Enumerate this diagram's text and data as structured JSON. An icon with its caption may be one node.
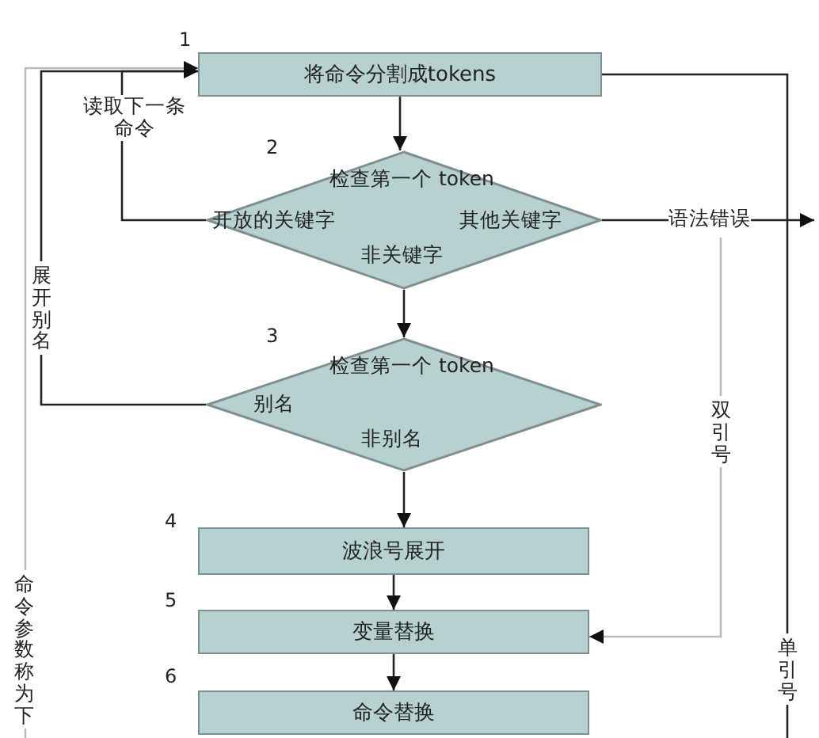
{
  "diagram": {
    "nodes": [
      {
        "text": [
          "将命令分割成tokens"
        ],
        "beside": [
          "1"
        ]
      },
      {
        "text": [
          "检查第一个 token",
          "开放的关键字",
          "其他关键字",
          "非关键字"
        ],
        "beside": [
          "2"
        ]
      },
      {
        "text": [
          "检查第一个 token",
          "别名",
          "非别名"
        ],
        "beside": [
          "3"
        ]
      },
      {
        "text": [
          "波浪号展开"
        ],
        "beside": [
          "4"
        ]
      },
      {
        "text": [
          "变量替换"
        ],
        "beside": [
          "5"
        ]
      },
      {
        "text": [
          "命令替换"
        ],
        "beside": [
          "6"
        ]
      }
    ],
    "edges": [
      {
        "from": 0,
        "to": 1,
        "arrow": "to"
      },
      {
        "from": 1,
        "to": 2,
        "arrow": "to"
      },
      {
        "from": 2,
        "to": 3,
        "arrow": "to"
      },
      {
        "from": 3,
        "to": 4,
        "arrow": "to"
      },
      {
        "from": 4,
        "to": 5,
        "arrow": "to"
      },
      {
        "from": 1,
        "to": null,
        "arrow": "to",
        "label": "语法错误"
      },
      {
        "from": 1,
        "to": 0,
        "arrow": "to",
        "label": "读取下一条命令"
      },
      {
        "from": 2,
        "to": 0,
        "arrow": "to",
        "label": "展开别名"
      },
      {
        "from": 0,
        "to": null,
        "arrow": "none",
        "label": "单引号"
      },
      {
        "from": null,
        "to": 4,
        "arrow": "to",
        "label": "双引号",
        "color": "#bbbbbb"
      },
      {
        "from": null,
        "to": 0,
        "arrow": "to",
        "label": "命令参数称为下",
        "color": "#bbbbbb"
      }
    ]
  }
}
